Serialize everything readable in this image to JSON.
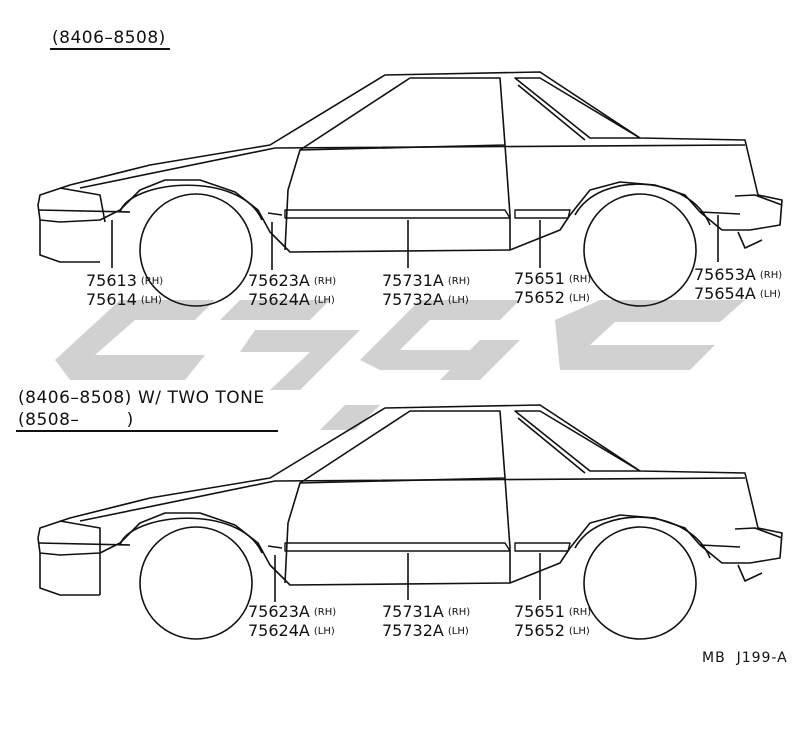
{
  "top_section": {
    "period": "(8406–8508)",
    "parts": [
      {
        "rh": "75613",
        "lh": "75614"
      },
      {
        "rh": "75623A",
        "lh": "75624A"
      },
      {
        "rh": "75731A",
        "lh": "75732A"
      },
      {
        "rh": "75651",
        "lh": "75652"
      },
      {
        "rh": "75653A",
        "lh": "75654A"
      }
    ]
  },
  "bottom_section": {
    "period_1": "(8406–8508)",
    "condition": "W/ TWO TONE",
    "period_2": "(8508–        )",
    "parts": [
      {
        "rh": "75623A",
        "lh": "75624A"
      },
      {
        "rh": "75731A",
        "lh": "75732A"
      },
      {
        "rh": "75651",
        "lh": "75652"
      }
    ]
  },
  "side_labels": {
    "rh": "(RH)",
    "lh": "(LH)"
  },
  "diagram_code": "MB  J199-A"
}
